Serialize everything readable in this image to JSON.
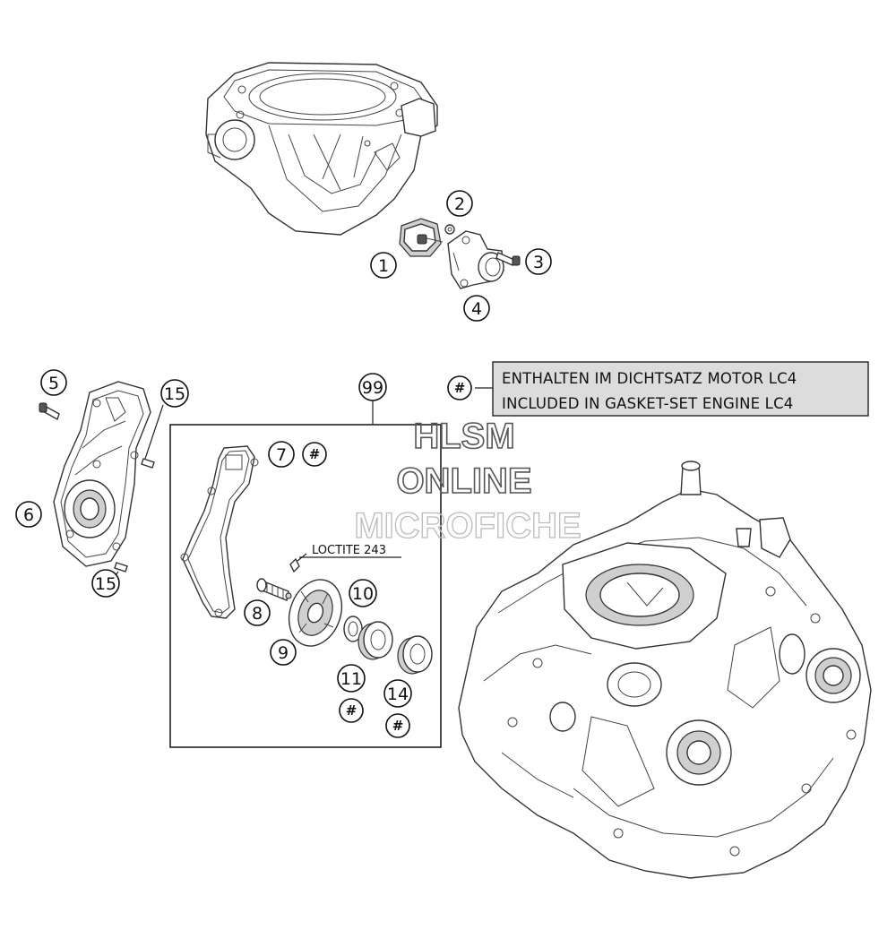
{
  "callouts": {
    "c1": "1",
    "c2": "2",
    "c3": "3",
    "c4": "4",
    "c5": "5",
    "c6": "6",
    "c7": "7",
    "c8": "8",
    "c9": "9",
    "c10": "10",
    "c11": "11",
    "c14": "14",
    "c15a": "15",
    "c15b": "15",
    "c99": "99"
  },
  "gasket_mark": "#",
  "note": {
    "line1": "ENTHALTEN IM DICHTSATZ MOTOR LC4",
    "line2": "INCLUDED IN GASKET-SET ENGINE LC4"
  },
  "loctite_label": "LOCTITE 243",
  "watermark": {
    "line1": "HLSM",
    "line2": "ONLINE",
    "line3": "MICROFICHE"
  }
}
